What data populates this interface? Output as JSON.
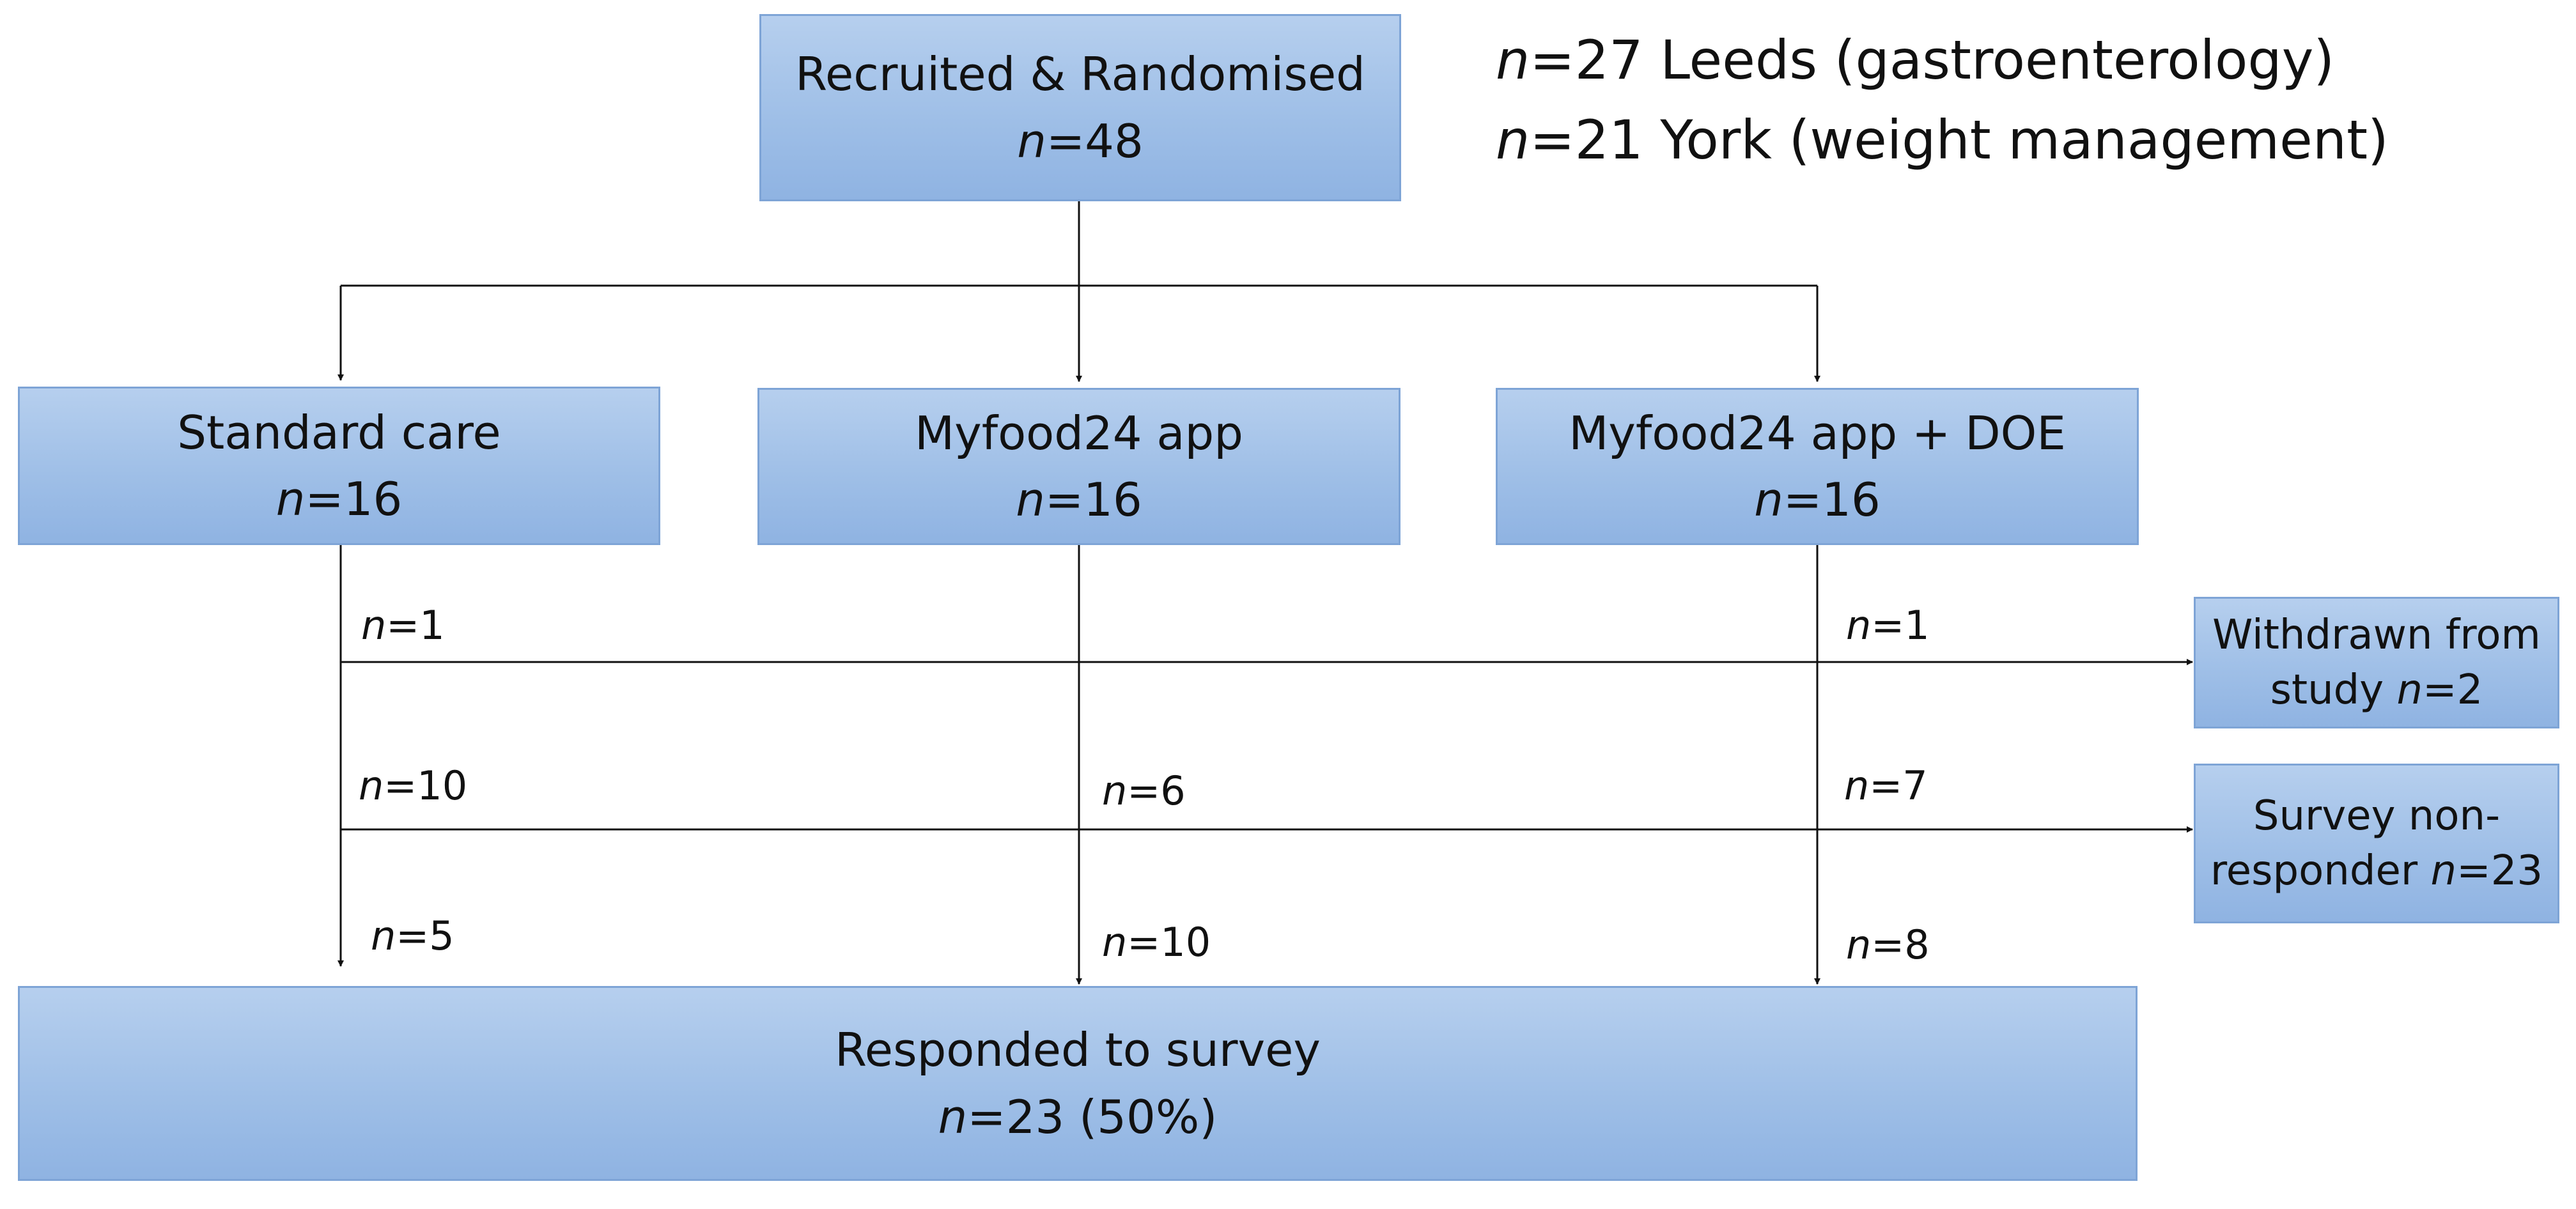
{
  "n_symbol": "n",
  "recruited": {
    "title": "Recruited & Randomised",
    "count": "=48"
  },
  "sites": [
    {
      "count": "=27",
      "label": " Leeds (gastroenterology)"
    },
    {
      "count": "=21",
      "label": " York (weight management)"
    }
  ],
  "arms": [
    {
      "title": "Standard care",
      "count": "=16"
    },
    {
      "title": "Myfood24 app",
      "count": "=16"
    },
    {
      "title": "Myfood24 app + DOE",
      "count": "=16"
    }
  ],
  "withdrawn": {
    "line1": "Withdrawn from",
    "line2": "study ",
    "count": "=2"
  },
  "nonresponder": {
    "line1": "Survey non-",
    "line2": "responder ",
    "count": "=23"
  },
  "responded": {
    "title": "Responded to survey",
    "count": "=23 (50%)"
  },
  "flows": {
    "withdrawn": [
      "=1",
      "",
      "=1"
    ],
    "nonresponse": [
      "=10",
      "=6",
      "=7"
    ],
    "responded": [
      "=5",
      "=10",
      "=8"
    ]
  }
}
